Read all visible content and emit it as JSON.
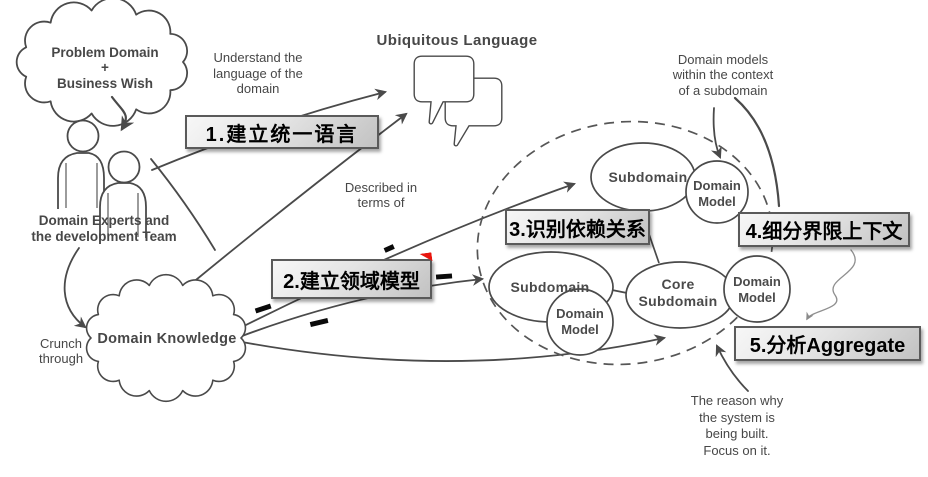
{
  "colors": {
    "background": "#ffffff",
    "sketch_stroke": "#4a4a4a",
    "sketch_text": "#474747",
    "label_bg_light": "#f7f7f7",
    "label_bg_dark": "#c2c2c2",
    "label_border": "#5a5a5a",
    "label_text": "#000000",
    "edit_mark": "#0a0a0a",
    "accent_red": "#e8150d"
  },
  "clouds": {
    "problem_domain": {
      "line1": "Problem Domain",
      "line2": "+",
      "line3": "Business Wish"
    },
    "domain_knowledge": {
      "label": "Domain Knowledge"
    }
  },
  "people": {
    "caption_line1": "Domain Experts and",
    "caption_line2": "the development Team"
  },
  "speech": {
    "title": "Ubiquitous Language"
  },
  "annotations": {
    "understand": {
      "line1": "Understand the",
      "line2": "language of the",
      "line3": "domain"
    },
    "described": {
      "line1": "Described in",
      "line2": "terms of"
    },
    "crunch": {
      "line1": "Crunch",
      "line2": "through"
    },
    "domain_models_context": {
      "line1": "Domain models",
      "line2": "within the context",
      "line3": "of a subdomain"
    },
    "reason": {
      "line1": "The reason why",
      "line2": "the system is",
      "line3": "being built.",
      "line4": "Focus on it."
    }
  },
  "steps": {
    "step1": "1.建立统一语言",
    "step2": "2.建立领域模型",
    "step3": "3.识别依赖关系",
    "step4": "4.细分界限上下文",
    "step5": "5.分析Aggregate"
  },
  "nodes": {
    "subdomain_top": "Subdomain",
    "subdomain_left": "Subdomain",
    "core_subdomain": {
      "line1": "Core",
      "line2": "Subdomain"
    },
    "domain_model_top": {
      "line1": "Domain",
      "line2": "Model"
    },
    "domain_model_left": {
      "line1": "Domain",
      "line2": "Model"
    },
    "domain_model_right": {
      "line1": "Domain",
      "line2": "Model"
    }
  }
}
